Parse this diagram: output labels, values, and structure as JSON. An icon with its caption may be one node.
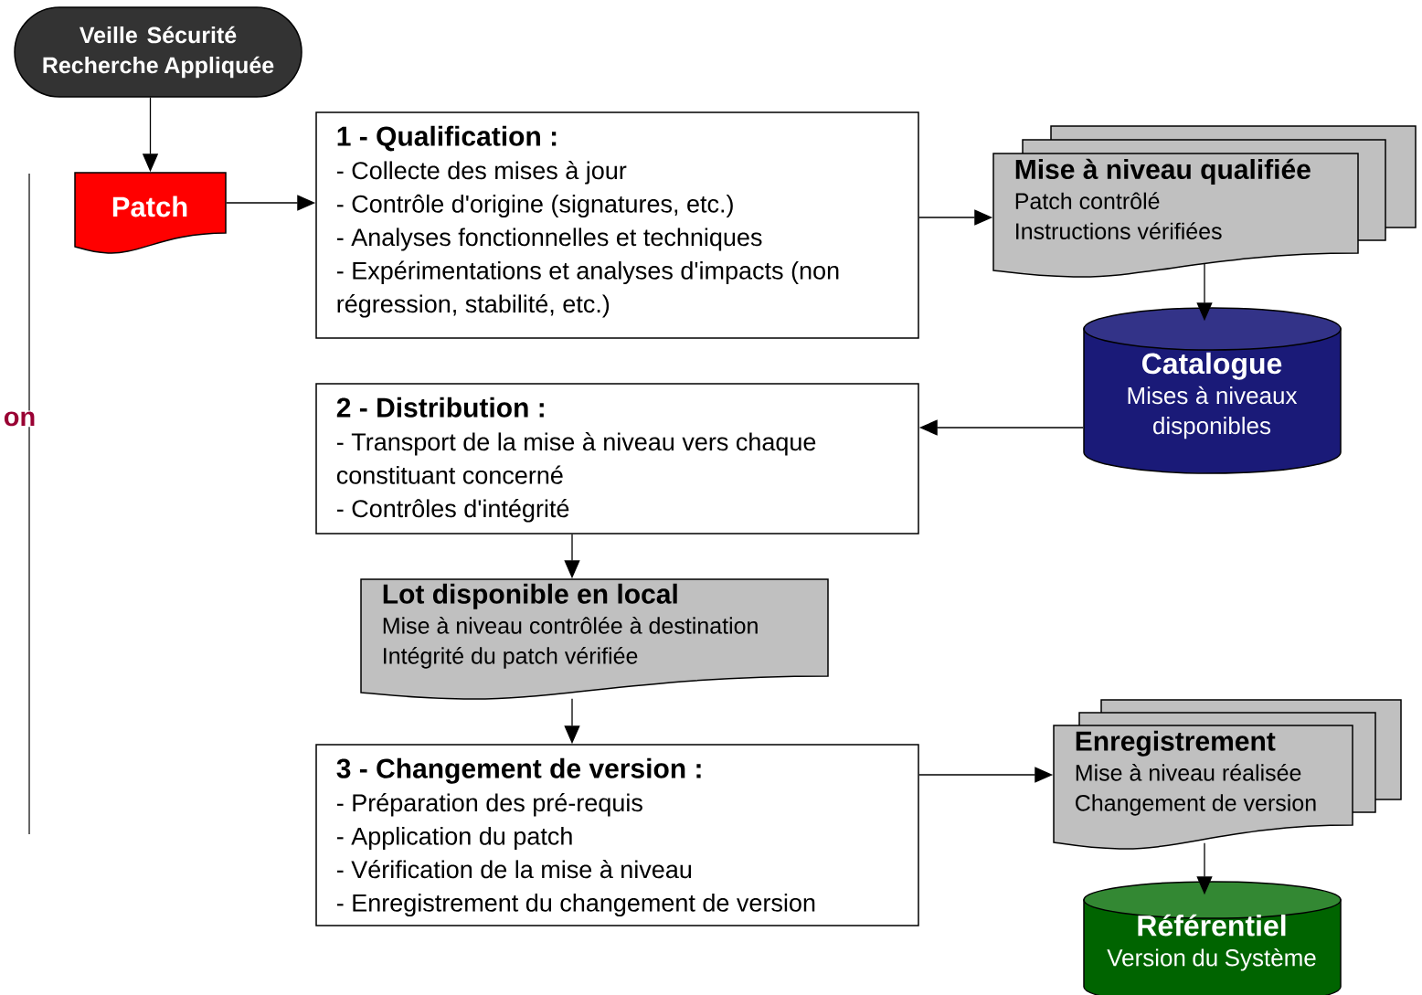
{
  "diagram": {
    "nodes": [
      {
        "text": [
          "Veille Sécurité Recherche Appliquée"
        ]
      },
      {
        "text": [
          "Patch"
        ]
      },
      {
        "text": [
          "1 - Qualification :",
          "- Collecte des mises à jour",
          "- Contrôle d'origine (signatures, etc.)",
          "- Analyses fonctionnelles et techniques",
          "- Expérimentations et analyses d'impacts (non régression, stabilité, etc.)"
        ]
      },
      {
        "text": [
          "Mise à niveau qualifiée",
          "Patch contrôlé",
          "Instructions vérifiées"
        ]
      },
      {
        "text": [
          "Catalogue",
          "Mises à niveaux disponibles"
        ]
      },
      {
        "text": [
          "2 - Distribution :",
          "- Transport de la mise à niveau vers chaque constituant concerné",
          "- Contrôles d'intégrité"
        ]
      },
      {
        "text": [
          "Lot disponible en local",
          "Mise à niveau contrôlée à destination",
          "Intégrité du patch vérifiée"
        ]
      },
      {
        "text": [
          "3 - Changement de version :",
          "- Préparation des pré-requis",
          "- Application du patch",
          "- Vérification de la mise à niveau",
          "- Enregistrement du changement de version"
        ]
      },
      {
        "text": [
          "Enregistrement",
          "Mise à niveau réalisée",
          "Changement de version"
        ]
      },
      {
        "text": [
          "Référentiel",
          "Version du Système"
        ]
      }
    ],
    "edges": [
      {
        "from": 0,
        "to": 1,
        "arrow": "to"
      },
      {
        "from": 1,
        "to": 2,
        "arrow": "to"
      },
      {
        "from": 2,
        "to": 3,
        "arrow": "to"
      },
      {
        "from": 3,
        "to": 4,
        "arrow": "to"
      },
      {
        "from": 4,
        "to": 5,
        "arrow": "to"
      },
      {
        "from": 5,
        "to": 6,
        "arrow": "to"
      },
      {
        "from": 6,
        "to": 7,
        "arrow": "to"
      },
      {
        "from": 7,
        "to": 8,
        "arrow": "to"
      },
      {
        "from": 8,
        "to": 9,
        "arrow": "to"
      }
    ],
    "labels": [
      "on"
    ]
  }
}
